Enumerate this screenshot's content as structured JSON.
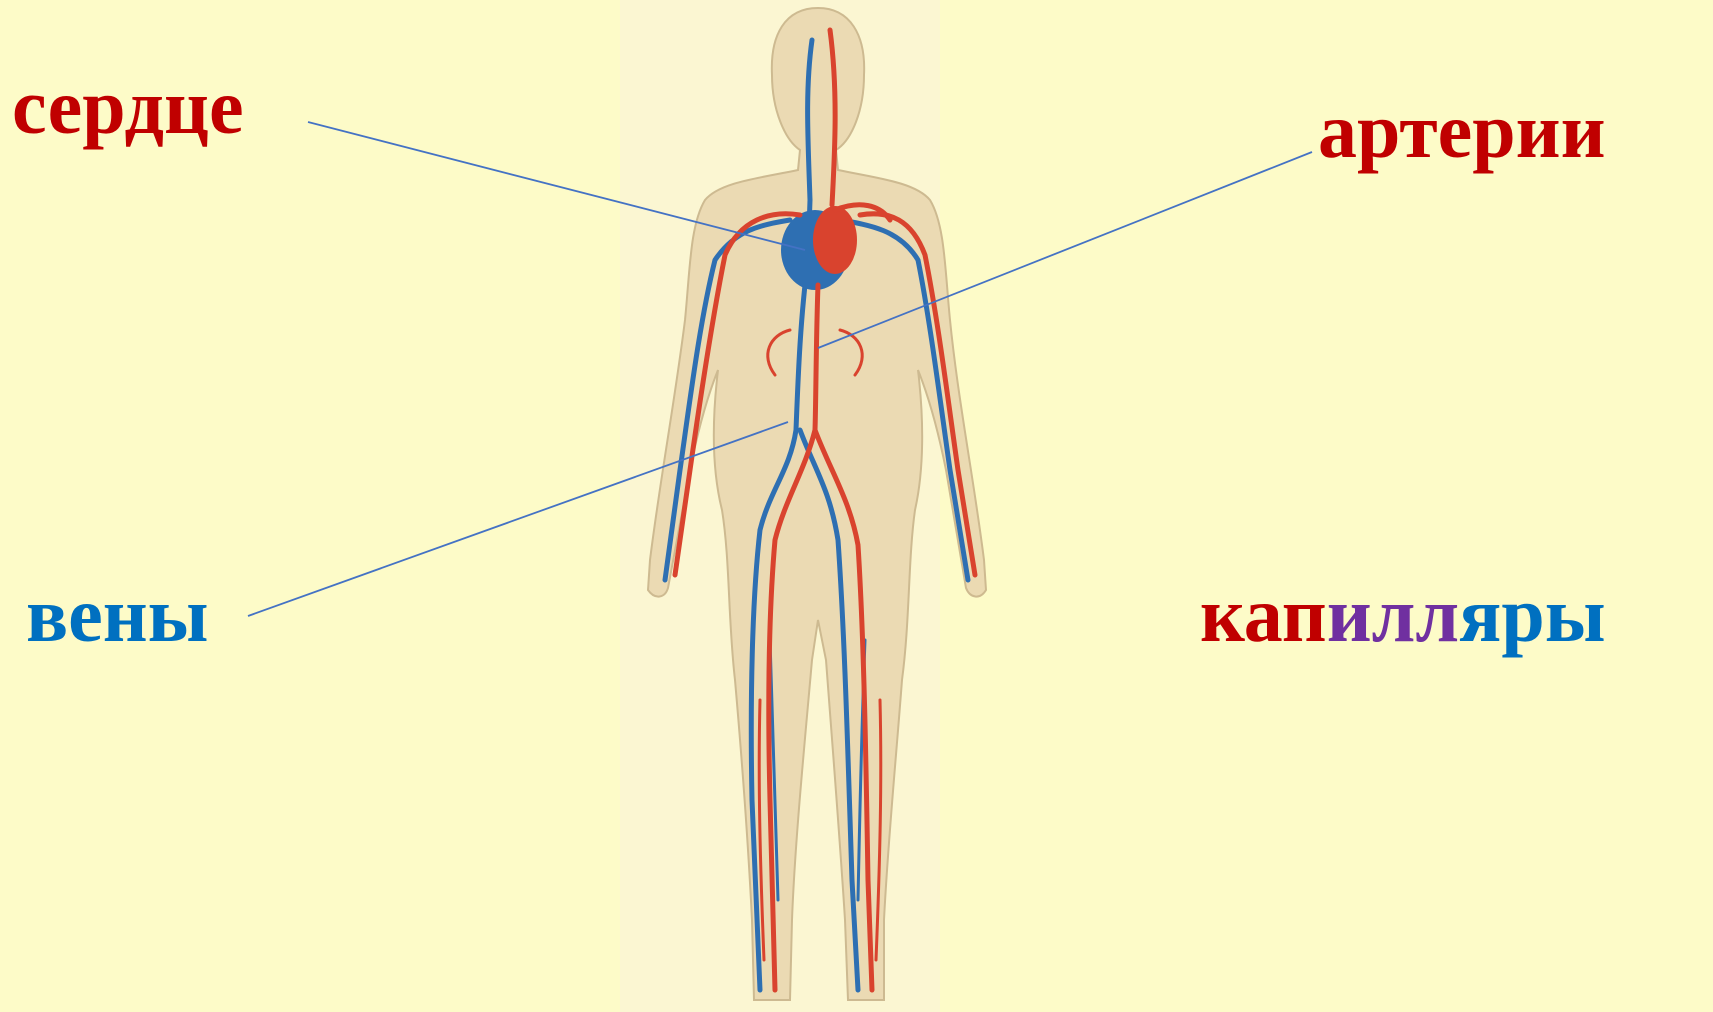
{
  "labels": {
    "heart": {
      "text": "сердце",
      "color": "#C00000"
    },
    "arteries": {
      "text": "артерии",
      "color": "#C00000"
    },
    "veins": {
      "text": "вены",
      "color": "#0070C0"
    },
    "capillaries": {
      "parts": [
        {
          "text": "кап",
          "color": "#C00000"
        },
        {
          "text": "илл",
          "color": "#7030A0"
        },
        {
          "text": "яры",
          "color": "#0070C0"
        }
      ]
    }
  },
  "colors": {
    "background": "#FDFBC8",
    "artery": "#D9432E",
    "vein": "#2E6FB2",
    "leader_line": "#4472C4",
    "body_fill": "#EAD7B0"
  }
}
